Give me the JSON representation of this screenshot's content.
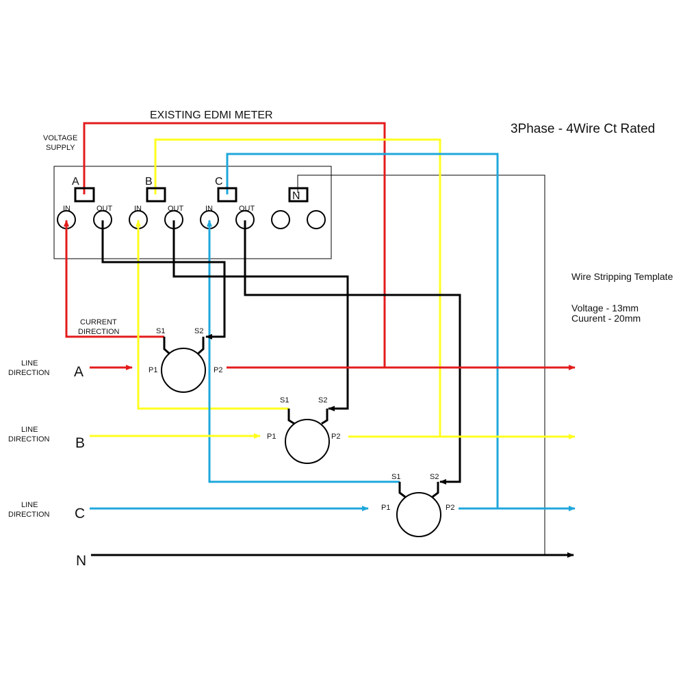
{
  "diagram": {
    "title": "EXISTING EDMI METER",
    "subtitle": "3Phase - 4Wire Ct Rated",
    "voltage_supply_label": [
      "VOLTAGE",
      "SUPPLY"
    ],
    "current_direction_label": [
      "CURRENT",
      "DIRECTION"
    ],
    "line_direction_label": [
      "LINE",
      "DIRECTION"
    ],
    "notes": {
      "heading": "Wire Stripping Template",
      "voltage": "Voltage - 13mm",
      "current": "Cuurent - 20mm"
    },
    "colors": {
      "phase_a": "#e31b1b",
      "phase_b": "#ffff1e",
      "phase_c": "#1ea7dc",
      "neutral": "#000000",
      "ct_wiring": "#000000"
    },
    "meter": {
      "voltage_terminals": [
        "A",
        "B",
        "C",
        "N"
      ],
      "current_terminals": [
        "IN",
        "OUT",
        "IN",
        "OUT",
        "IN",
        "OUT",
        "",
        ""
      ]
    },
    "lines": [
      {
        "phase": "A",
        "label": "A"
      },
      {
        "phase": "B",
        "label": "B"
      },
      {
        "phase": "C",
        "label": "C"
      },
      {
        "phase": "N",
        "label": "N"
      }
    ],
    "cts": [
      {
        "phase": "A",
        "s1": "S1",
        "s2": "S2",
        "p1": "P1",
        "p2": "P2"
      },
      {
        "phase": "B",
        "s1": "S1",
        "s2": "S2",
        "p1": "P1",
        "p2": "P2"
      },
      {
        "phase": "C",
        "s1": "S1",
        "s2": "S2",
        "p1": "P1",
        "p2": "P2"
      }
    ]
  }
}
